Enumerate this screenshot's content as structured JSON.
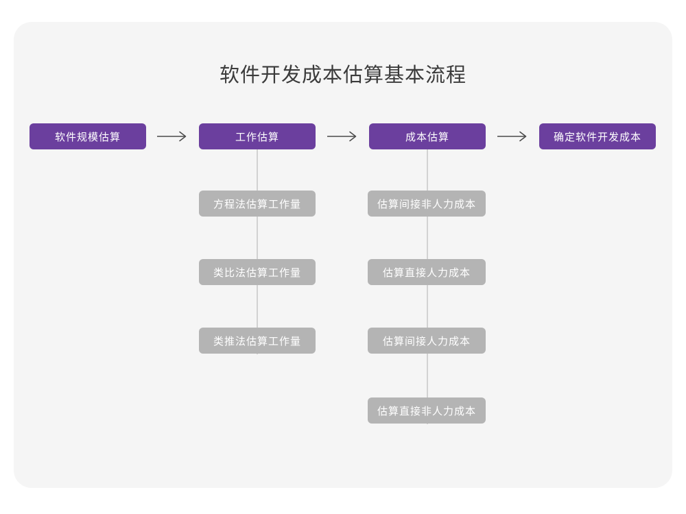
{
  "diagram": {
    "title": "软件开发成本估算基本流程",
    "colors": {
      "page_background": "#ffffff",
      "card_background": "#f5f5f5",
      "primary_node": "#6b3f9e",
      "secondary_node": "#b4b4b4",
      "node_text": "#ffffff",
      "title_text": "#3b3b3b",
      "connector": "#d2d2d2",
      "arrow": "#4a4a4a"
    },
    "main_flow": [
      {
        "id": "step-1",
        "label": "软件规模估算"
      },
      {
        "id": "step-2",
        "label": "工作估算"
      },
      {
        "id": "step-3",
        "label": "成本估算"
      },
      {
        "id": "step-4",
        "label": "确定软件开发成本"
      }
    ],
    "arrows": [
      {
        "id": "arrow-1",
        "from": "软件规模估算",
        "to": "工作估算",
        "glyph": "right-arrow"
      },
      {
        "id": "arrow-2",
        "from": "工作估算",
        "to": "成本估算",
        "glyph": "right-arrow"
      },
      {
        "id": "arrow-3",
        "from": "成本估算",
        "to": "确定软件开发成本",
        "glyph": "right-arrow"
      }
    ],
    "sub_branches": [
      {
        "id": "branch-work-estimation",
        "parent": "工作估算",
        "items": [
          {
            "id": "work-1",
            "label": "方程法估算工作量"
          },
          {
            "id": "work-2",
            "label": "类比法估算工作量"
          },
          {
            "id": "work-3",
            "label": "类推法估算工作量"
          }
        ]
      },
      {
        "id": "branch-cost-estimation",
        "parent": "成本估算",
        "items": [
          {
            "id": "cost-1",
            "label": "估算间接非人力成本"
          },
          {
            "id": "cost-2",
            "label": "估算直接人力成本"
          },
          {
            "id": "cost-3",
            "label": "估算间接人力成本"
          },
          {
            "id": "cost-4",
            "label": "估算直接非人力成本"
          }
        ]
      }
    ]
  }
}
